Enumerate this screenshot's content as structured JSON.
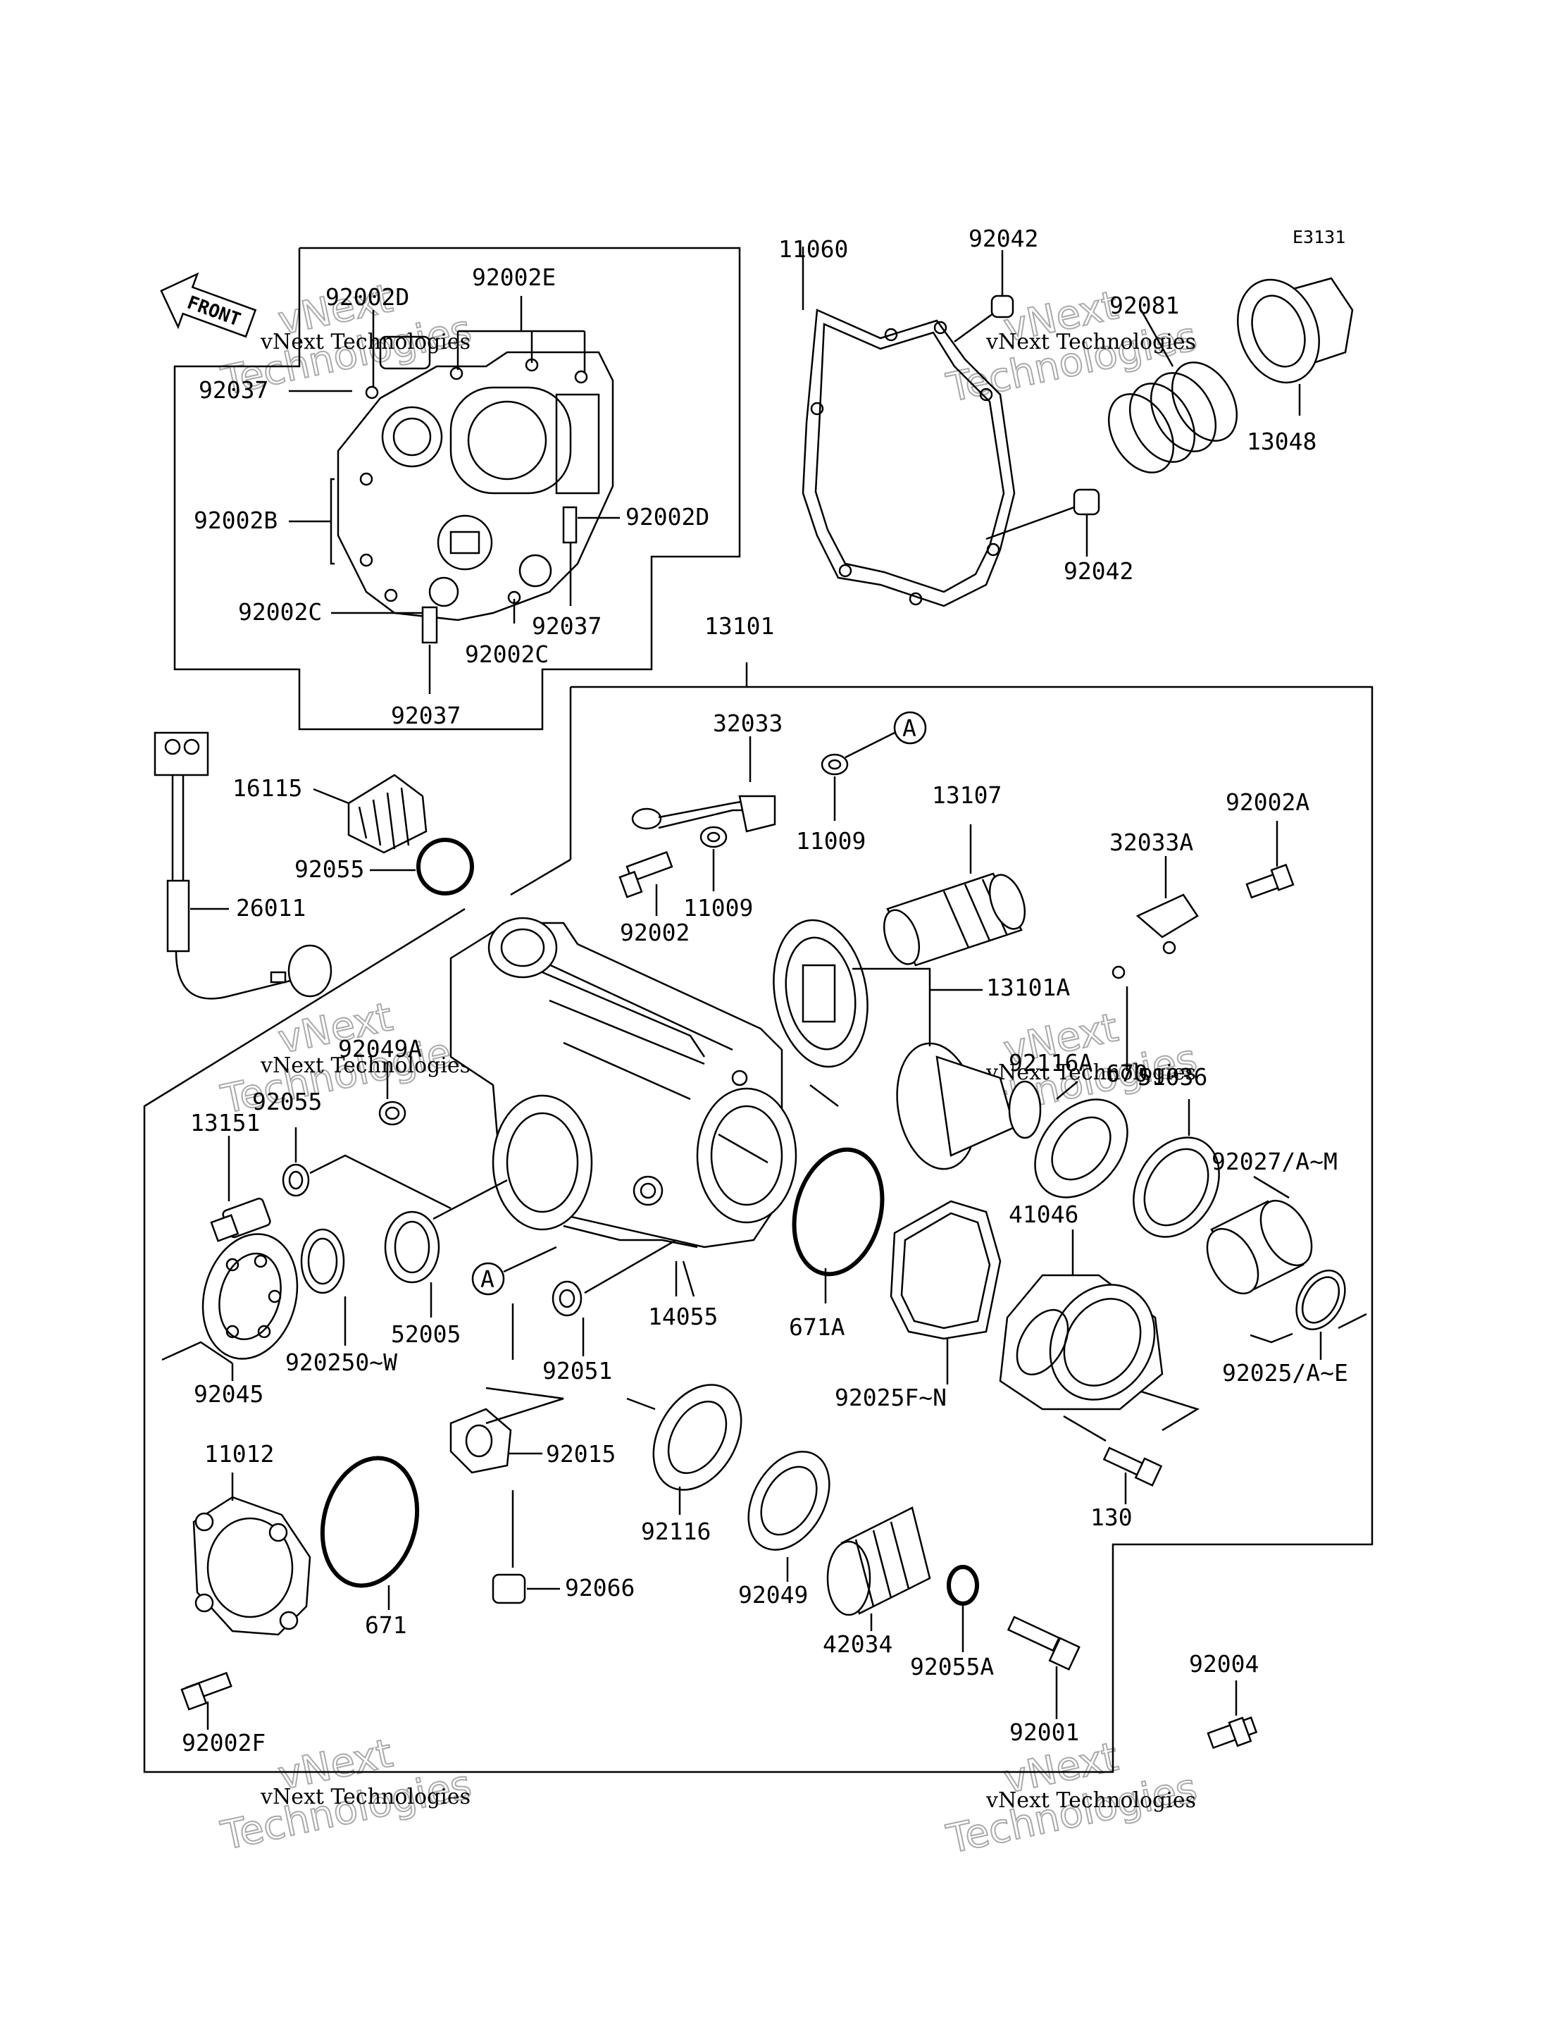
{
  "diagram": {
    "code": "E3131",
    "front_label": "FRONT",
    "watermarks": [
      {
        "line1": "vNext Technologies",
        "line2": "Technologies"
      },
      {
        "line1": "vNext Technologies",
        "line2": "Technologies"
      },
      {
        "line1": "vNext Technologies",
        "line2": "Technologies"
      },
      {
        "line1": "vNext Technologies",
        "line2": "Technologies"
      },
      {
        "line1": "vNext Technologies",
        "line2": "Technologies"
      },
      {
        "line1": "vNext Technologies",
        "line2": "Technologies"
      }
    ],
    "watermark_prefix": "vNext",
    "callout_letter": "A",
    "labels": [
      "92002D",
      "92002E",
      "92037",
      "92002B",
      "92002D",
      "92002C",
      "92037",
      "92002C",
      "92037",
      "11060",
      "92042",
      "92081",
      "13048",
      "92042",
      "13101",
      "32033",
      "11009",
      "11009",
      "13107",
      "92002A",
      "32033A",
      "16115",
      "92055",
      "26011",
      "92002",
      "13101A",
      "92116A",
      "670",
      "51036",
      "92049A",
      "92055",
      "13151",
      "92027/A~M",
      "41046",
      "52005",
      "920250~W",
      "14055",
      "671A",
      "92025F~N",
      "92025/A~E",
      "92051",
      "92045",
      "11012",
      "92015",
      "92116",
      "130",
      "92049",
      "42034",
      "92055A",
      "92066",
      "671",
      "92002F",
      "92001",
      "92004"
    ]
  }
}
